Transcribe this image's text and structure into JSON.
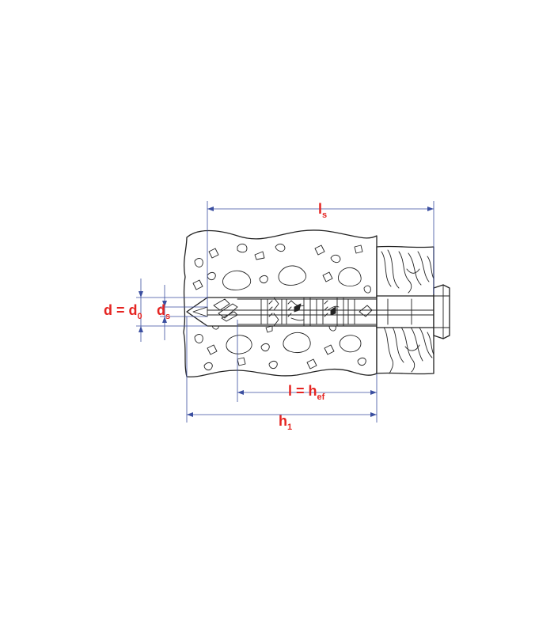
{
  "labels": {
    "ls": {
      "main": "l",
      "sub": "s"
    },
    "d": {
      "main": "d = d",
      "sub": "0"
    },
    "ds": {
      "main": "d",
      "sub": "s"
    },
    "lhef": {
      "main": "l = h",
      "sub": "ef"
    },
    "h1": {
      "main": "h",
      "sub": "1"
    }
  },
  "colors": {
    "label": "#e52421",
    "dimension": "#3b4fa0",
    "ink": "#222222"
  }
}
